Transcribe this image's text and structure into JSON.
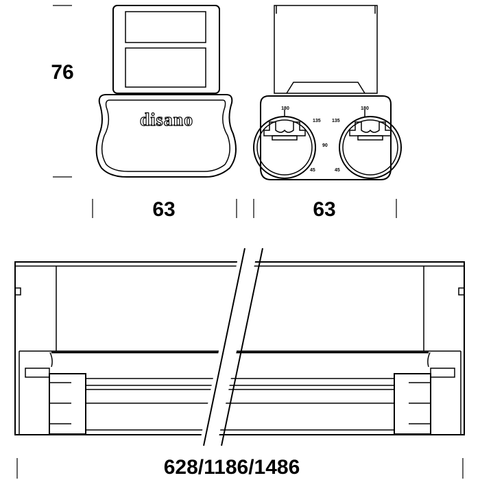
{
  "dimensions": {
    "height": "76",
    "width_front": "63",
    "width_side": "63",
    "length": "628/1186/1486"
  },
  "logo_text": "disano",
  "angle_labels": [
    "180",
    "135",
    "90",
    "45"
  ],
  "colors": {
    "line": "#000000",
    "background": "#ffffff"
  }
}
